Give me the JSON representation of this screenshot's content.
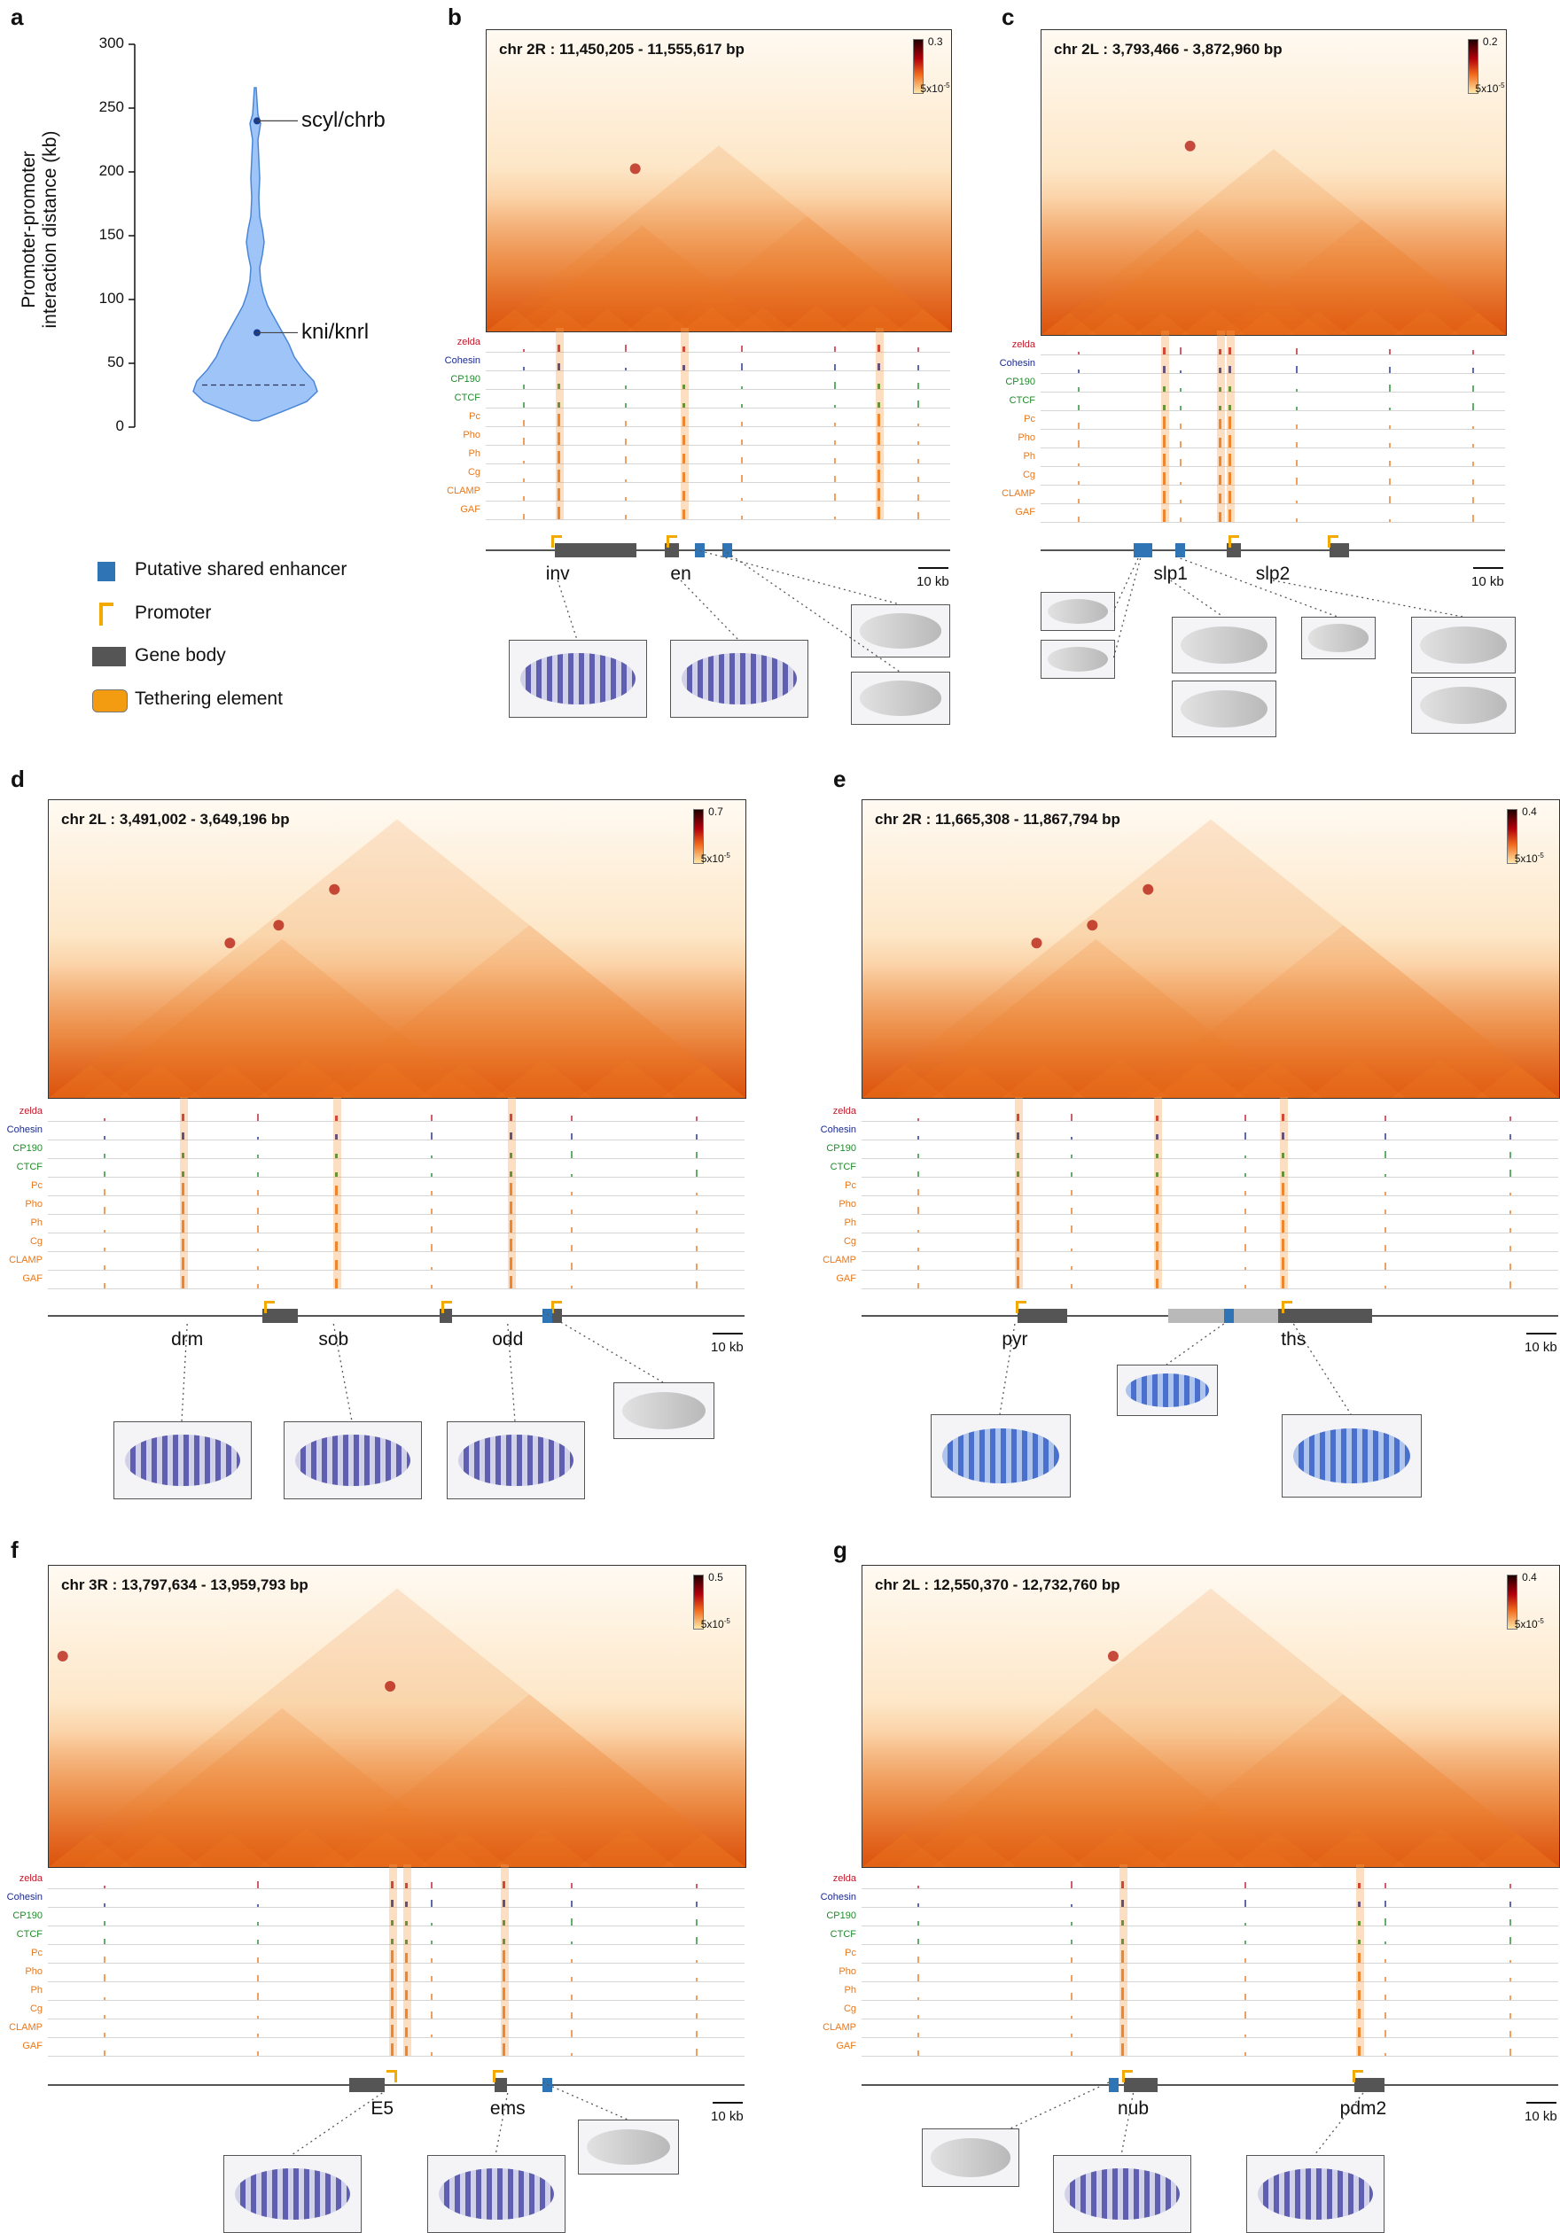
{
  "figure": {
    "panel_a": {
      "label": "a",
      "chart_data": {
        "type": "violin",
        "ylabel_line1": "Promoter-promoter",
        "ylabel_line2": "interaction distance (kb)",
        "ylim": [
          0,
          300
        ],
        "yticks": [
          "0",
          "50",
          "100",
          "150",
          "200",
          "250",
          "300"
        ],
        "annotations": [
          {
            "label": "scyl/chrb",
            "y": 240
          },
          {
            "label": "kni/knrl",
            "y": 74
          }
        ],
        "median_line": 33,
        "range": [
          5,
          266
        ]
      }
    },
    "legend": {
      "items": [
        {
          "label": "Putative shared enhancer",
          "icon": "blue-rect",
          "color": "#2f75b5"
        },
        {
          "label": "Promoter",
          "icon": "promoter-arrow",
          "color": "#f2a900"
        },
        {
          "label": "Gene body",
          "icon": "gray-rect",
          "color": "#555555"
        },
        {
          "label": "Tethering element",
          "icon": "orange-rounded-rect",
          "color": "#f39c12"
        }
      ]
    },
    "track_names": [
      "zelda",
      "Cohesin",
      "CP190",
      "CTCF",
      "Pc",
      "Pho",
      "Ph",
      "Cg",
      "CLAMP",
      "GAF"
    ],
    "track_colors": [
      "#c0182a",
      "#1a2a8c",
      "#1f8a2a",
      "#1f8a2a",
      "#e8781c",
      "#e8781c",
      "#e8781c",
      "#e8781c",
      "#e8781c",
      "#e8781c"
    ],
    "scale_label": "10 kb",
    "cmin": "5x10",
    "cmin_exp": "-5",
    "panels": {
      "b": {
        "label": "b",
        "region": "chr 2R : 11,450,205 - 11,555,617 bp",
        "cmax": "0.3",
        "genes": [
          "inv",
          "en"
        ]
      },
      "c": {
        "label": "c",
        "region": "chr 2L : 3,793,466 - 3,872,960 bp",
        "cmax": "0.2",
        "genes": [
          "slp1",
          "slp2"
        ]
      },
      "d": {
        "label": "d",
        "region": "chr 2L : 3,491,002 - 3,649,196 bp",
        "cmax": "0.7",
        "genes": [
          "drm",
          "sob",
          "odd"
        ]
      },
      "e": {
        "label": "e",
        "region": "chr 2R : 11,665,308 - 11,867,794 bp",
        "cmax": "0.4",
        "genes": [
          "pyr",
          "ths"
        ]
      },
      "f": {
        "label": "f",
        "region": "chr 3R : 13,797,634 - 13,959,793 bp",
        "cmax": "0.5",
        "genes": [
          "E5",
          "ems"
        ]
      },
      "g": {
        "label": "g",
        "region": "chr 2L : 12,550,370 - 12,732,760 bp",
        "cmax": "0.4",
        "genes": [
          "nub",
          "pdm2"
        ]
      }
    }
  }
}
